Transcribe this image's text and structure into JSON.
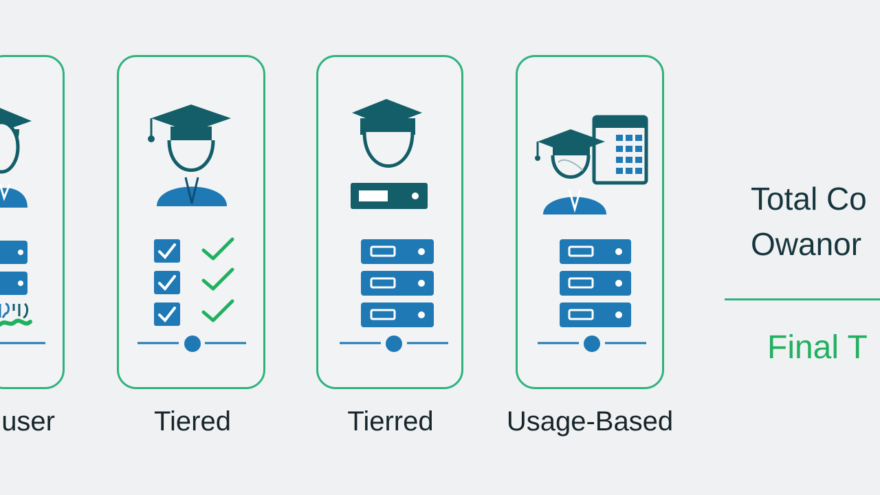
{
  "tiers": [
    {
      "label": "user",
      "icon": "graduate-icon"
    },
    {
      "label": "Tiered",
      "icon": "graduate-icon"
    },
    {
      "label": "Tierred",
      "icon": "graduate-icon"
    },
    {
      "label": "Usage-Based",
      "icon": "graduate-calendar-icon"
    }
  ],
  "summary": {
    "title_line_1": "Total Co",
    "title_line_2": "Owanor",
    "total_label": "Final T"
  },
  "colors": {
    "card_border": "#2fb27e",
    "icon_teal": "#135e68",
    "icon_blue": "#1f79b5",
    "check_green": "#21b060",
    "text_dark": "#17252b"
  }
}
